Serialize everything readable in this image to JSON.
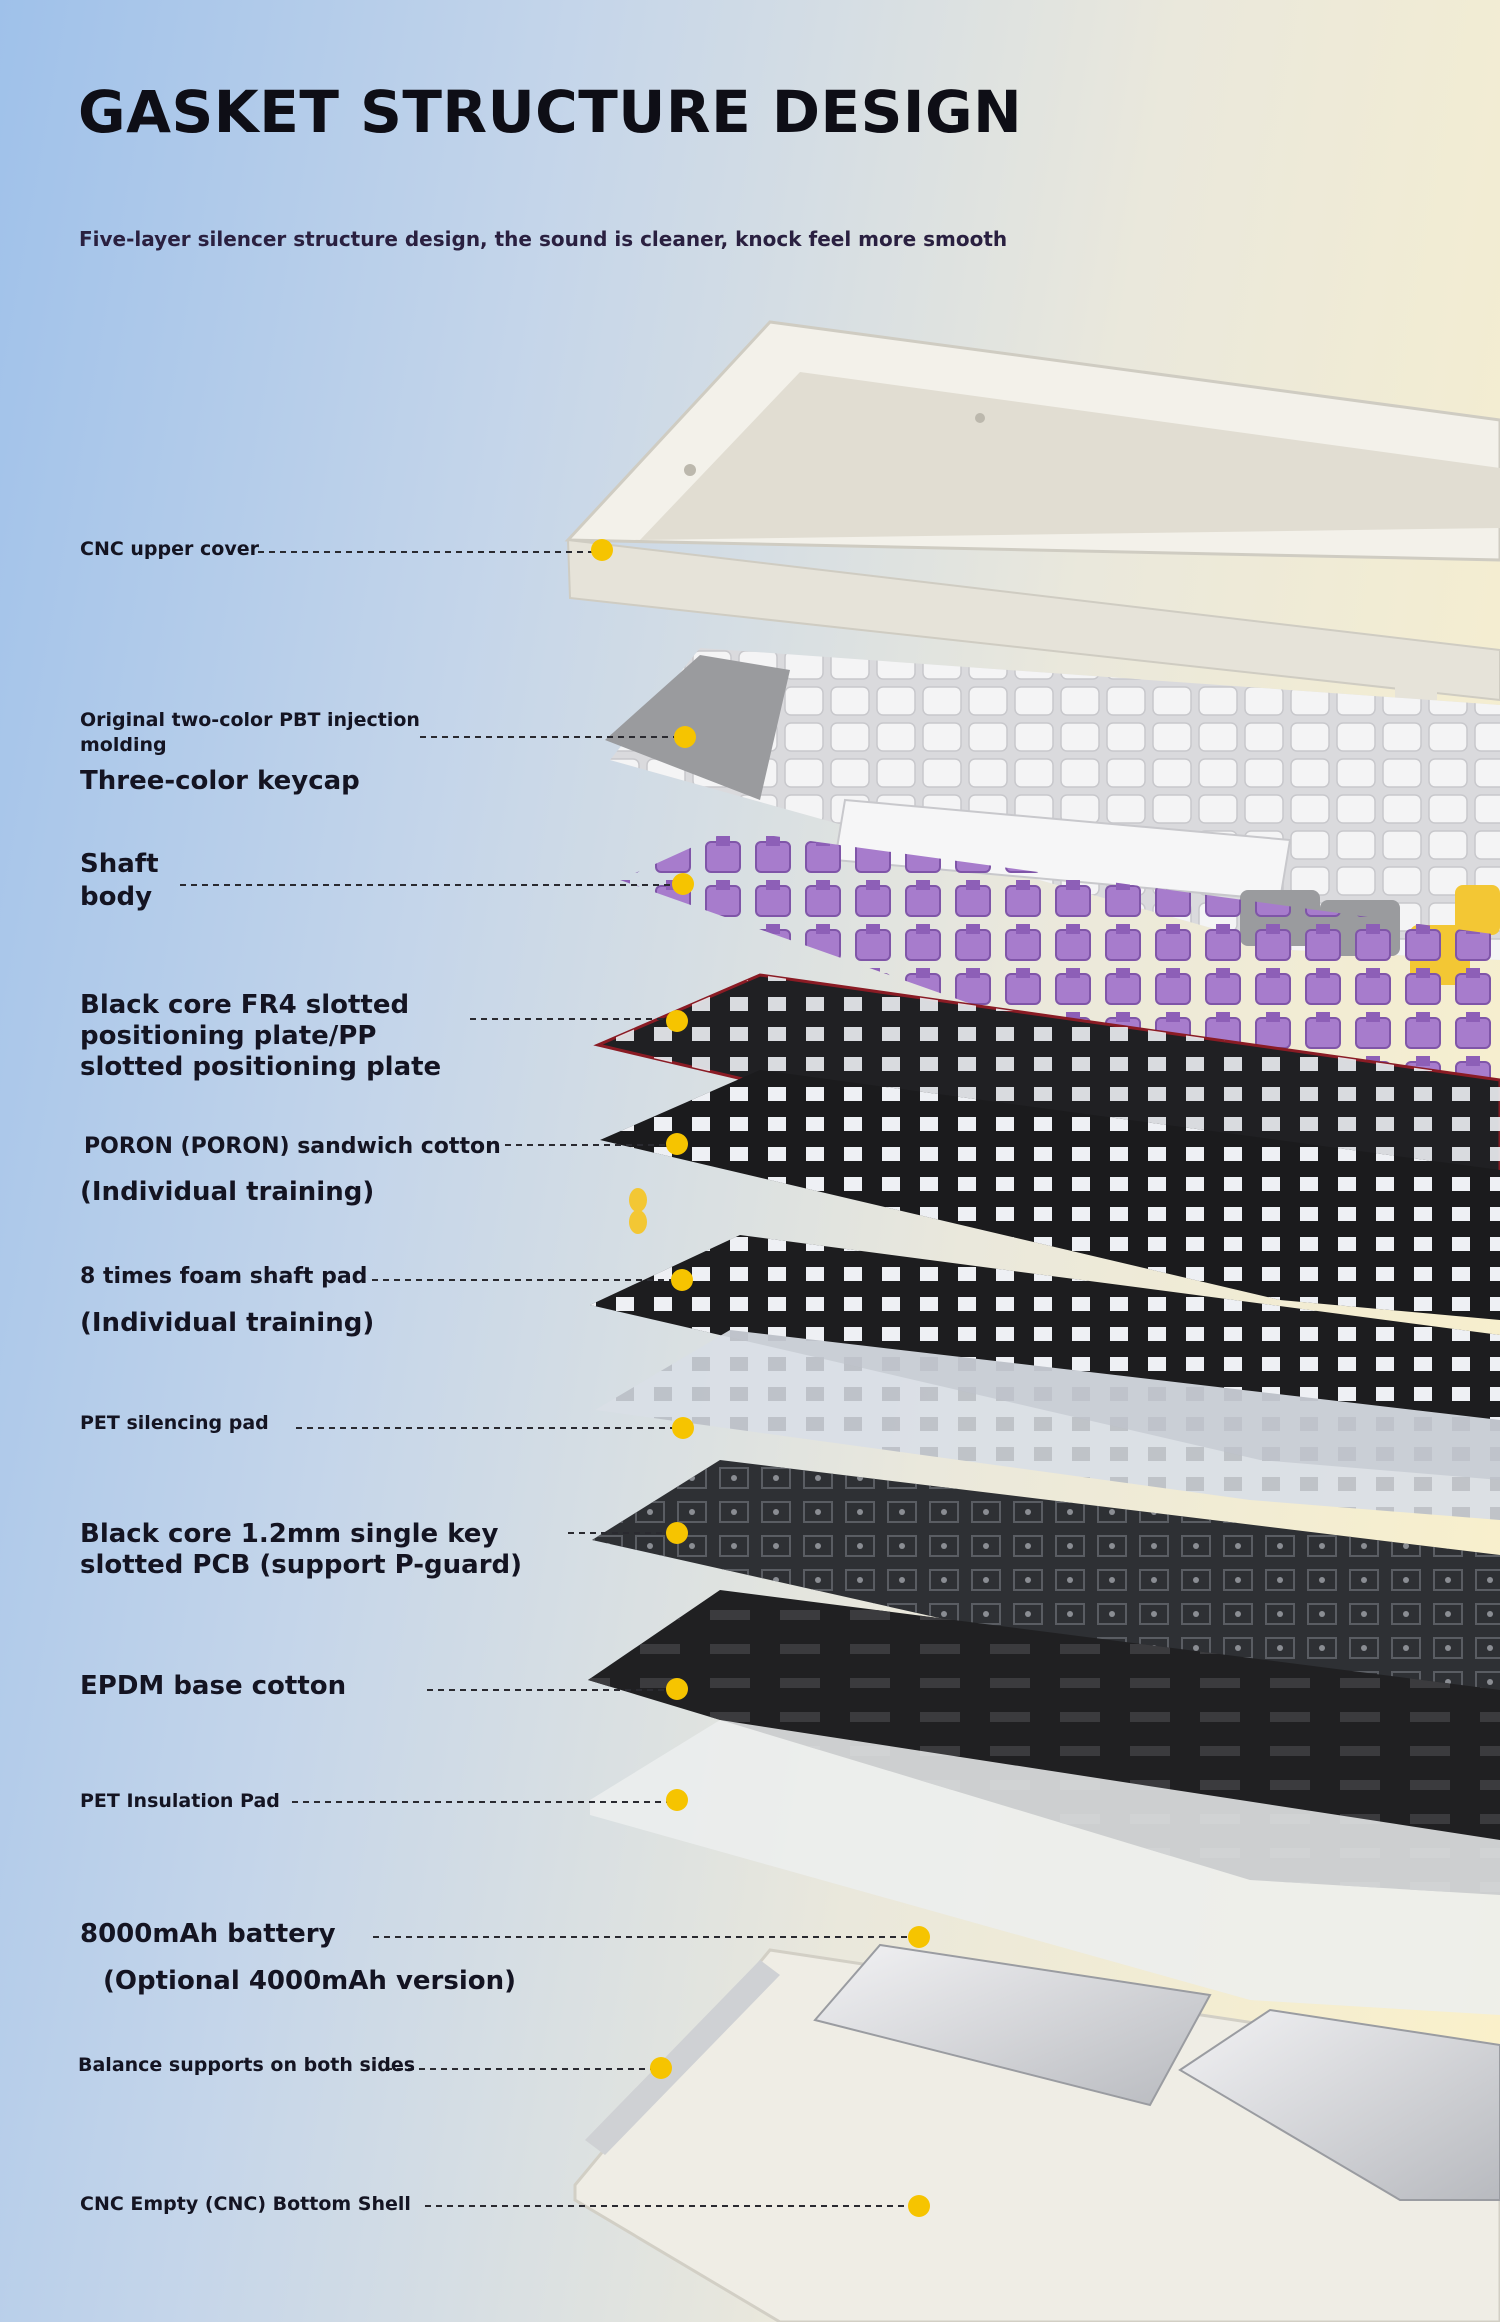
{
  "title": "GASKET STRUCTURE DESIGN",
  "subtitle": "Five-layer silencer structure design, the sound is cleaner, knock feel more smooth",
  "labels": {
    "cnc_upper_cover": "CNC upper cover",
    "pbt_molding": "Original two-color PBT injection molding",
    "keycap": "Three-color keycap",
    "shaft_body": "Shaft body",
    "plate": "Black core FR4 slotted positioning plate/PP slotted positioning plate",
    "poron": "PORON (PORON) sandwich cotton",
    "poron_note": "(Individual training)",
    "foam_pad": "8 times foam shaft pad",
    "foam_note": "(Individual training)",
    "pet_silencing": "PET silencing pad",
    "pcb": "Black core 1.2mm single key slotted PCB (support P-guard)",
    "epdm": "EPDM base cotton",
    "pet_insulation": "PET Insulation Pad",
    "battery": "8000mAh battery",
    "battery_note": "(Optional 4000mAh version)",
    "balance": "Balance supports on both sides",
    "bottom_shell": "CNC Empty (CNC) Bottom Shell"
  },
  "colors": {
    "accent": "#f6c400",
    "keycap_light": "#e7e7e9",
    "keycap_grey": "#9a9b9e",
    "keycap_yellow": "#f3c734",
    "switch": "#a77ccc",
    "plate_edge": "#8a1b24",
    "foam": "#1d1d1f",
    "frame": "#eceae1"
  }
}
